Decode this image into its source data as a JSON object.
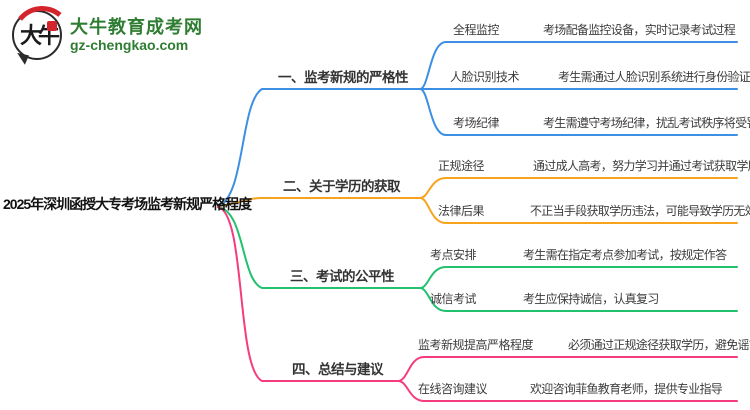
{
  "logo": {
    "icon_text": "大牛",
    "site_name": "大牛教育成考网",
    "site_url": "gz-chengkao.com"
  },
  "main_title": "2025年深圳函授大专考场监考新规严格程度",
  "branches": [
    {
      "label": "一、监考新规的严格性",
      "color": "#3d8fe3",
      "children": [
        {
          "keyword": "全程监控",
          "detail": "考场配备监控设备，实时记录考试过程"
        },
        {
          "keyword": "人脸识别技术",
          "detail": "考生需通过人脸识别系统进行身份验证"
        },
        {
          "keyword": "考场纪律",
          "detail": "考生需遵守考场纪律，扰乱考试秩序将受罚"
        }
      ]
    },
    {
      "label": "二、关于学历的获取",
      "color": "#f7a41d",
      "children": [
        {
          "keyword": "正规途径",
          "detail": "通过成人高考，努力学习并通过考试获取学历"
        },
        {
          "keyword": "法律后果",
          "detail": "不正当手段获取学历违法，可能导致学历无效"
        }
      ]
    },
    {
      "label": "三、考试的公平性",
      "color": "#22c16e",
      "children": [
        {
          "keyword": "考点安排",
          "detail": "考生需在指定考点参加考试，按规定作答"
        },
        {
          "keyword": "诚信考试",
          "detail": "考生应保持诚信，认真复习"
        }
      ]
    },
    {
      "label": "四、总结与建议",
      "color": "#f43c7f",
      "children": [
        {
          "keyword": "监考新规提高严格程度",
          "detail": "必须通过正规途径获取学历，避免谣言"
        },
        {
          "keyword": "在线咨询建议",
          "detail": "欢迎咨询菲鱼教育老师，提供专业指导"
        }
      ]
    }
  ]
}
